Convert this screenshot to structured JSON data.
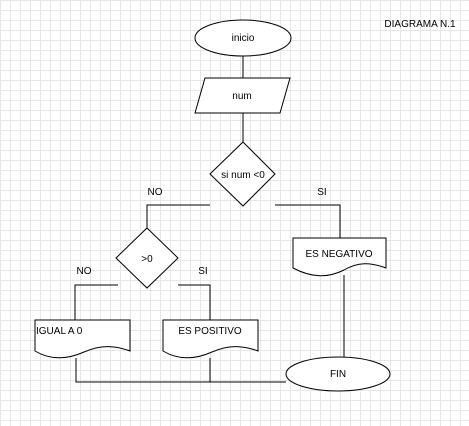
{
  "diagram": {
    "title": "DIAGRAMA N.1",
    "nodes": {
      "start": "inicio",
      "input": "num",
      "decision_main": "si num <0",
      "decision_zero": ">0",
      "out_negative": "ES NEGATIVO",
      "out_zero": "IGUAL A 0",
      "out_positive": "ES POSITIVO",
      "end": "FIN"
    },
    "edges": {
      "main_no": "NO",
      "main_yes": "SI",
      "zero_no": "NO",
      "zero_yes": "SI"
    }
  }
}
